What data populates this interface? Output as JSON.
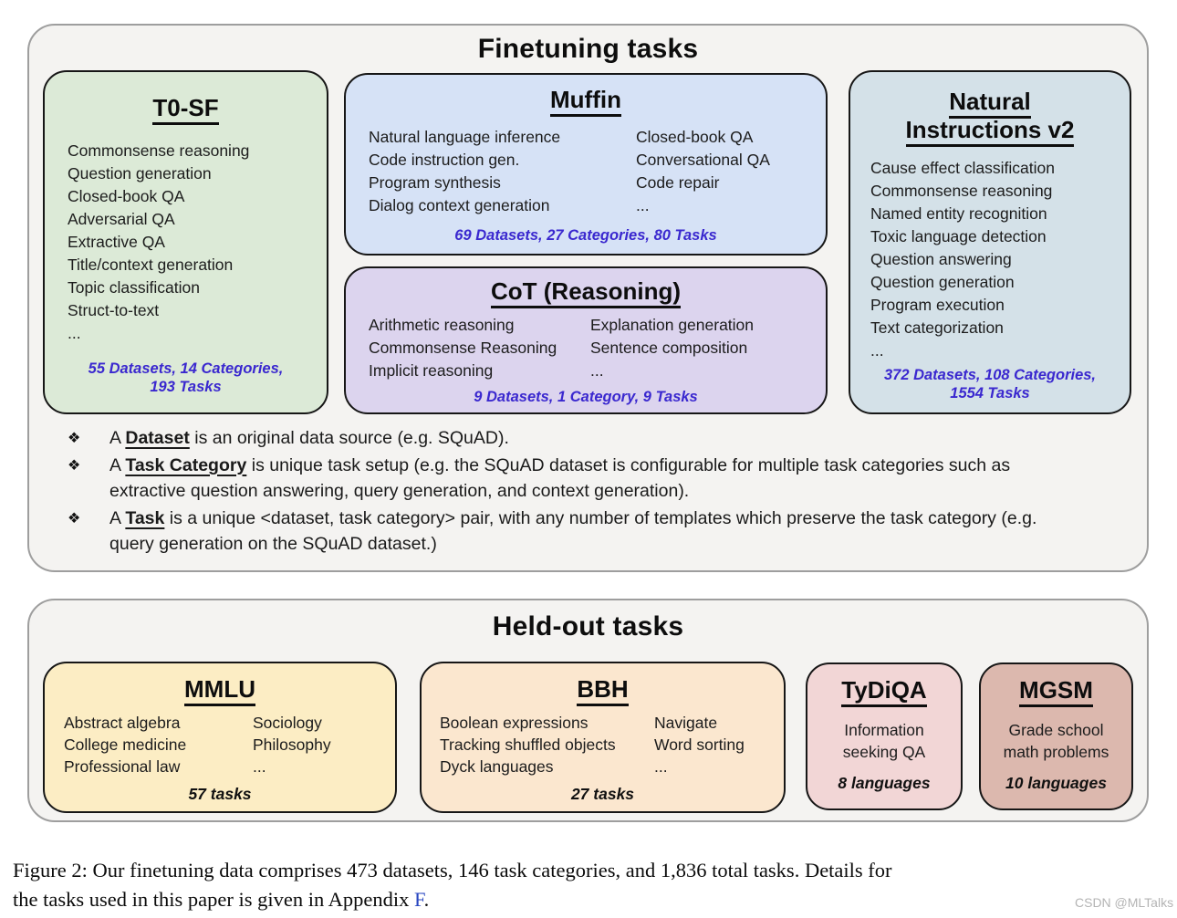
{
  "finetuning": {
    "title": "Finetuning tasks",
    "boxes": {
      "t0sf": {
        "title": "T0-SF",
        "items": [
          "Commonsense reasoning",
          "Question generation",
          "Closed-book QA",
          "Adversarial QA",
          "Extractive QA",
          "Title/context generation",
          "Topic classification",
          "Struct-to-text",
          "..."
        ],
        "stats_line1": "55 Datasets, 14 Categories,",
        "stats_line2": "193 Tasks"
      },
      "muffin": {
        "title": "Muffin",
        "col1": [
          "Natural language inference",
          "Code instruction gen.",
          "Program synthesis",
          "Dialog context generation"
        ],
        "col2": [
          "Closed-book QA",
          "Conversational QA",
          "Code repair",
          "..."
        ],
        "stats": "69 Datasets, 27 Categories, 80 Tasks"
      },
      "cot": {
        "title": "CoT (Reasoning)",
        "col1": [
          "Arithmetic reasoning",
          "Commonsense Reasoning",
          "Implicit reasoning"
        ],
        "col2": [
          "Explanation generation",
          "Sentence composition",
          "..."
        ],
        "stats": "9 Datasets, 1 Category, 9 Tasks"
      },
      "niv2": {
        "title_line1": "Natural",
        "title_line2": "Instructions v2",
        "items": [
          "Cause effect classification",
          "Commonsense reasoning",
          "Named entity recognition",
          "Toxic language detection",
          "Question answering",
          "Question generation",
          "Program execution",
          "Text categorization",
          "..."
        ],
        "stats_line1": "372 Datasets, 108 Categories,",
        "stats_line2": "1554 Tasks"
      }
    },
    "bullets": {
      "marker": "❖",
      "items": [
        {
          "pre": "A ",
          "term": "Dataset",
          "post": " is an original data source (e.g. SQuAD)."
        },
        {
          "pre": "A ",
          "term": "Task Category",
          "post": " is unique task setup (e.g. the SQuAD dataset is configurable for multiple task categories such as extractive question answering, query generation, and context generation)."
        },
        {
          "pre": "A ",
          "term": "Task",
          "post": " is a unique <dataset, task category> pair, with any number of templates which preserve the task category (e.g. query generation on the SQuAD dataset.)"
        }
      ]
    }
  },
  "heldout": {
    "title": "Held-out tasks",
    "boxes": {
      "mmlu": {
        "title": "MMLU",
        "col1": [
          "Abstract algebra",
          "College medicine",
          "Professional law"
        ],
        "col2": [
          "Sociology",
          "Philosophy",
          "..."
        ],
        "stats": "57 tasks"
      },
      "bbh": {
        "title": "BBH",
        "col1": [
          "Boolean expressions",
          "Tracking shuffled objects",
          "Dyck languages"
        ],
        "col2": [
          "Navigate",
          "Word sorting",
          "..."
        ],
        "stats": "27 tasks"
      },
      "tydiqa": {
        "title": "TyDiQA",
        "desc": "Information seeking QA",
        "stats": "8 languages"
      },
      "mgsm": {
        "title": "MGSM",
        "desc": "Grade school math problems",
        "stats": "10 languages"
      }
    }
  },
  "caption": {
    "line1": "Figure 2: Our finetuning data comprises 473 datasets, 146 task categories, and 1,836 total tasks. Details for",
    "line2_pre": "the tasks used in this paper is given in Appendix ",
    "link": "F",
    "line2_post": "."
  },
  "watermark": "CSDN @MLTalks",
  "colors": {
    "stats_blue": "#3a28cf",
    "link_blue": "#2846c0",
    "t0sf_bg": "#dcead7",
    "muffin_bg": "#d6e2f6",
    "cot_bg": "#dcd4ee",
    "niv2_bg": "#d4e1e8",
    "mmlu_bg": "#fcedc4",
    "bbh_bg": "#fbe7cf",
    "tydiqa_bg": "#f2d6d6",
    "mgsm_bg": "#dcb8ae"
  }
}
